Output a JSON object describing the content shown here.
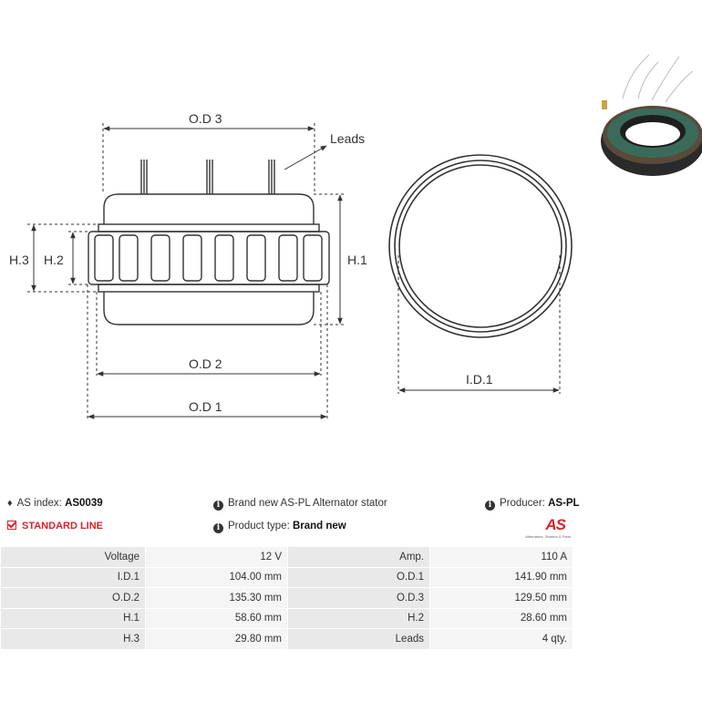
{
  "drawing": {
    "labels": {
      "od3": "O.D 3",
      "leads": "Leads",
      "h3": "H.3",
      "h2": "H.2",
      "h1": "H.1",
      "od2": "O.D 2",
      "od1": "O.D 1",
      "id1": "I.D.1"
    }
  },
  "info": {
    "as_index_label": "AS index:",
    "as_index_value": "AS0039",
    "standard_line": "STANDARD LINE",
    "description": "Brand new AS-PL Alternator stator",
    "product_type_label": "Product type:",
    "product_type_value": "Brand new",
    "producer_label": "Producer:",
    "producer_value": "AS-PL",
    "logo_text": "AS",
    "logo_tagline": "Alternators, Starters & Parts"
  },
  "specs": [
    {
      "label1": "Voltage",
      "value1": "12 V",
      "label2": "Amp.",
      "value2": "110 A"
    },
    {
      "label1": "I.D.1",
      "value1": "104.00 mm",
      "label2": "O.D.1",
      "value2": "141.90 mm"
    },
    {
      "label1": "O.D.2",
      "value1": "135.30 mm",
      "label2": "O.D.3",
      "value2": "129.50 mm"
    },
    {
      "label1": "H.1",
      "value1": "58.60 mm",
      "label2": "H.2",
      "value2": "28.60 mm"
    },
    {
      "label1": "H.3",
      "value1": "29.80 mm",
      "label2": "Leads",
      "value2": "4 qty."
    }
  ],
  "colors": {
    "accent": "#d8232a",
    "label_cell": "#e9e9e9",
    "value_cell": "#f5f5f5"
  }
}
